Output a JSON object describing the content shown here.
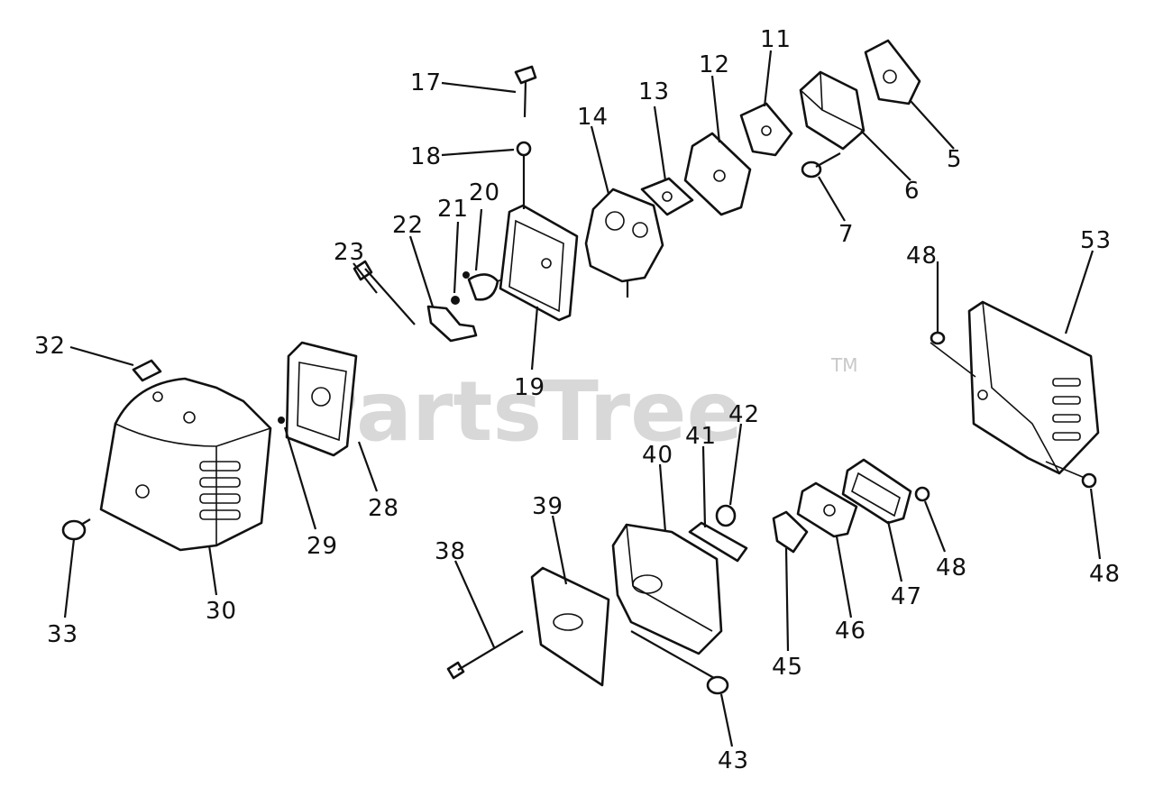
{
  "watermark": {
    "text": "PartsTree",
    "mark": "TM"
  },
  "labels": {
    "l5": "5",
    "l6": "6",
    "l7": "7",
    "l11": "11",
    "l12": "12",
    "l13": "13",
    "l14": "14",
    "l17": "17",
    "l18": "18",
    "l19": "19",
    "l20": "20",
    "l21": "21",
    "l22": "22",
    "l23": "23",
    "l28": "28",
    "l29": "29",
    "l30": "30",
    "l32": "32",
    "l33": "33",
    "l38": "38",
    "l39": "39",
    "l40": "40",
    "l41": "41",
    "l42": "42",
    "l43": "43",
    "l45": "45",
    "l46": "46",
    "l47": "47",
    "l48a": "48",
    "l48b": "48",
    "l48c": "48",
    "l53": "53"
  }
}
